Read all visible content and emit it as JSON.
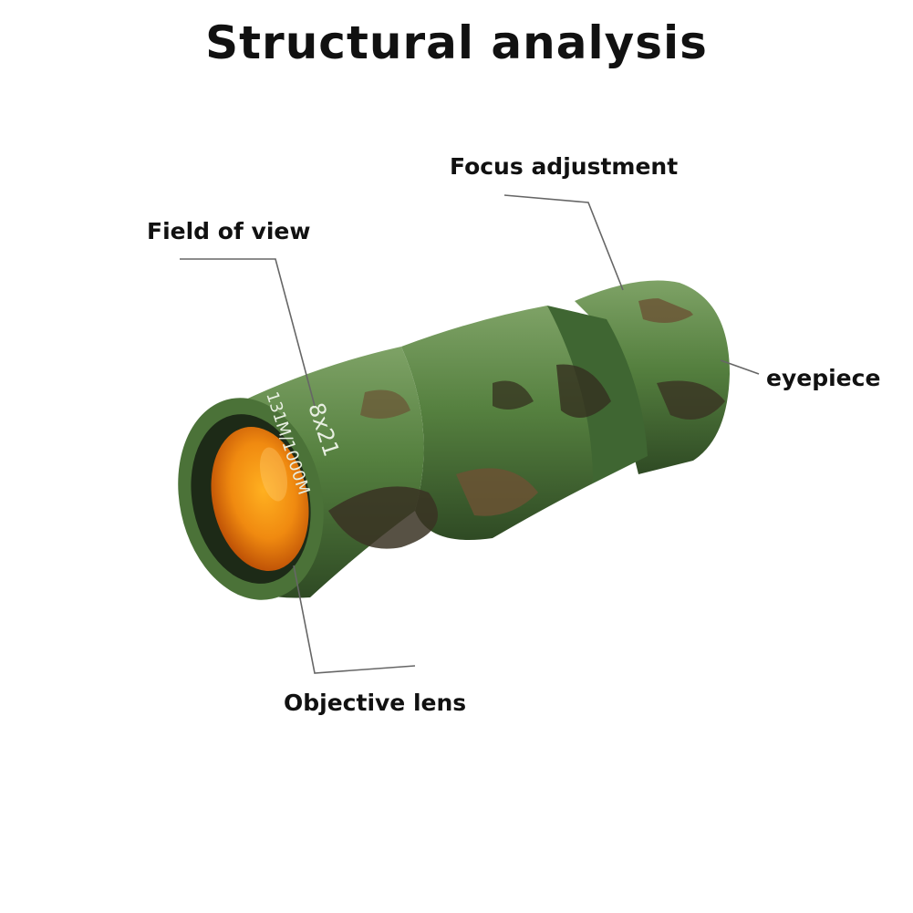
{
  "title": "Structural analysis",
  "labels": {
    "focus_adjustment": "Focus adjustment",
    "field_of_view": "Field of view",
    "eyepiece": "eyepiece",
    "objective_lens": "Objective lens"
  },
  "barrel_markings": {
    "magnification": "8x21",
    "field": "131M/1000M"
  },
  "colors": {
    "camo_green": "#4f7a3e",
    "camo_dark": "#34301f",
    "camo_brown": "#6b5234",
    "lens_orange": "#e8930e",
    "leader_line": "#666666",
    "text": "#111111"
  }
}
